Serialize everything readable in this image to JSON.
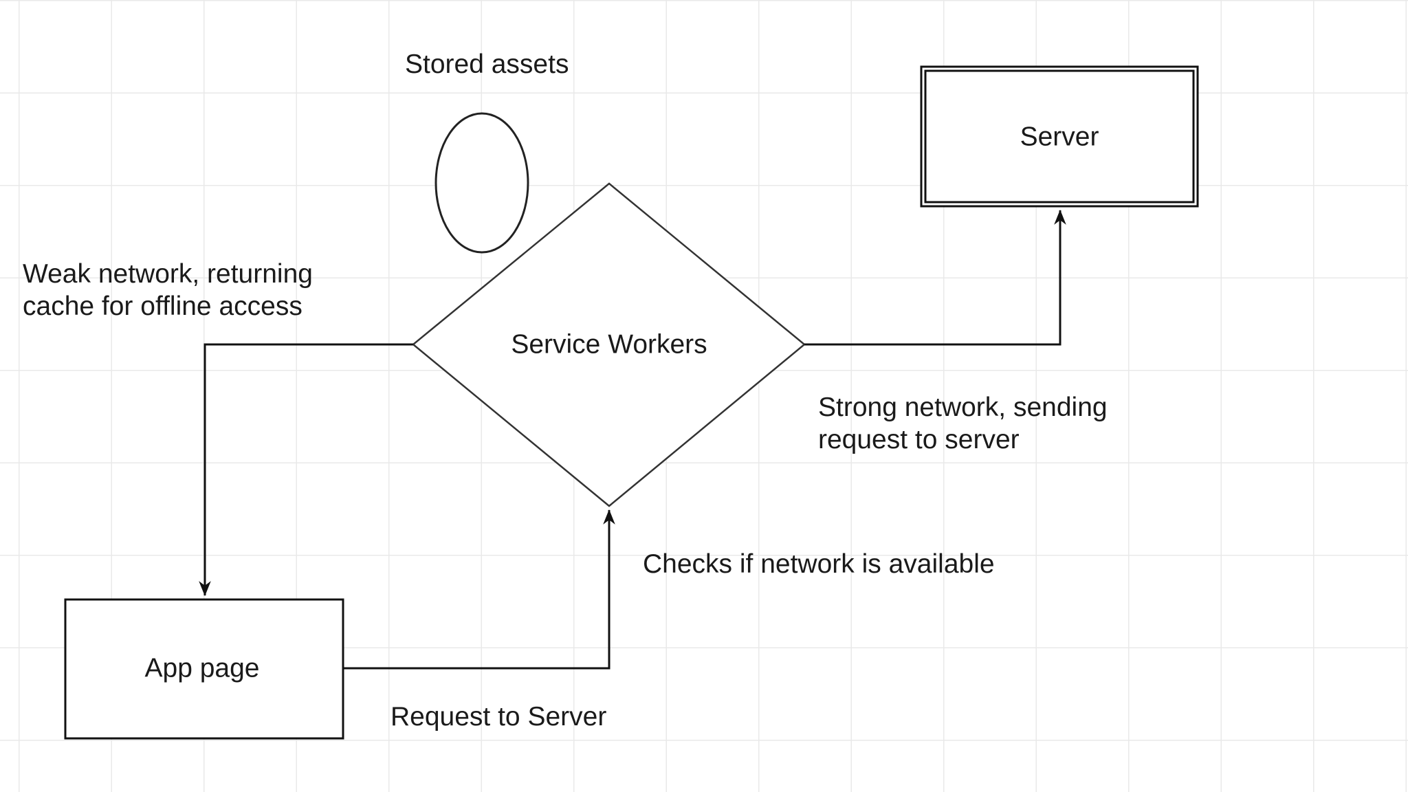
{
  "nodes": {
    "stored_assets": "Stored assets",
    "server": "Server",
    "service_workers": "Service Workers",
    "app_page": "App page"
  },
  "edge_labels": {
    "weak_network": "Weak network, returning\ncache for offline access",
    "strong_network": "Strong network, sending\nrequest to server",
    "checks_network": "Checks if network is available",
    "request_to_server": "Request to Server"
  }
}
